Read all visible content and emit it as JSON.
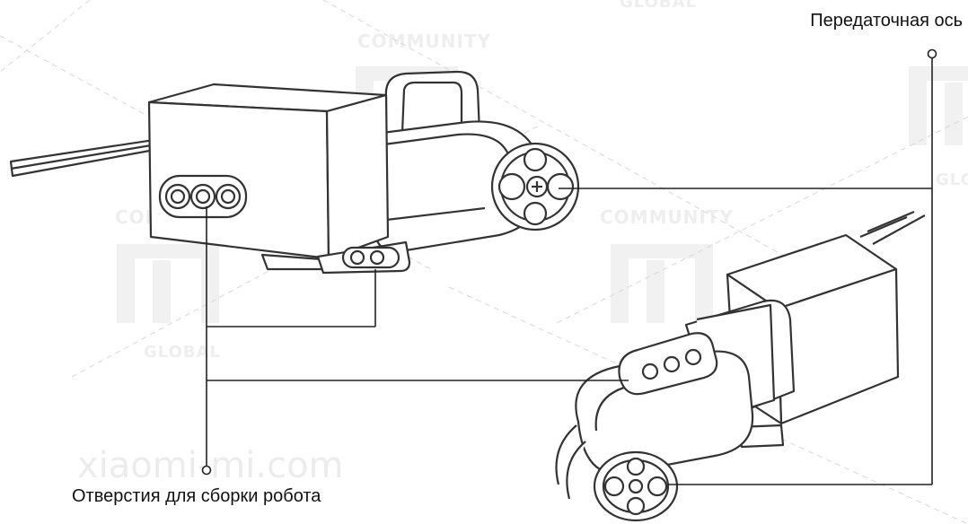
{
  "labels": {
    "transmission_axis": "Передаточная ось",
    "robot_holes": "Отверстия для сборки робота"
  },
  "watermark": {
    "community": "COMMUNITY",
    "global": "GLOBAL",
    "domain": "xiaomi-mi.com"
  },
  "colors": {
    "line": "#333333",
    "watermark": "#eeeeee"
  }
}
